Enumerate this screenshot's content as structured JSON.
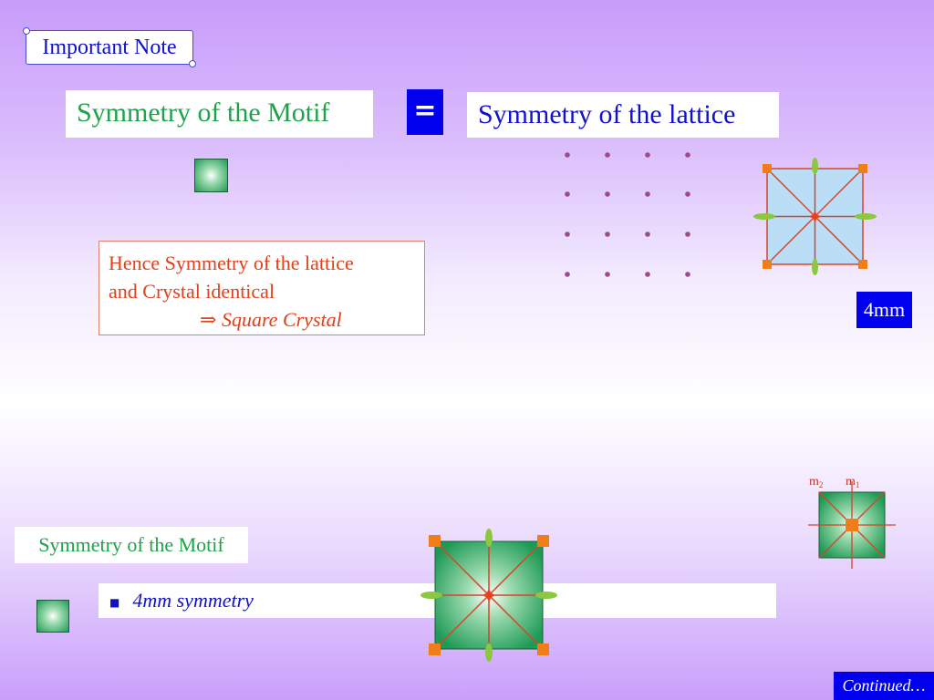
{
  "important_note": "Important Note",
  "header": {
    "motif_title": "Symmetry of the Motif",
    "equals": "=",
    "lattice_title": "Symmetry of the lattice"
  },
  "hence_box": {
    "line1": "Hence Symmetry of the lattice",
    "line2": "and Crystal identical",
    "arrow": "⇒",
    "conclusion": "Square Crystal"
  },
  "lattice_symmetry_label": "4mm",
  "motif_section": {
    "title": "Symmetry of the Motif",
    "bullet": "4mm symmetry"
  },
  "mirror_labels": {
    "m2": "m",
    "m2_sub": "2",
    "m1": "m",
    "m1_sub": "1"
  },
  "continued": "Continued…",
  "colors": {
    "accent_blue": "#0000ee",
    "motif_green": "#1ea34a",
    "note_red": "#e0401a",
    "lattice_dot": "#9b4a8a",
    "mirror_red": "#d8432a",
    "twofold_green": "#8dc63f",
    "corner_orange": "#f07d1a",
    "lattice_cell_blue": "#b9def5"
  }
}
